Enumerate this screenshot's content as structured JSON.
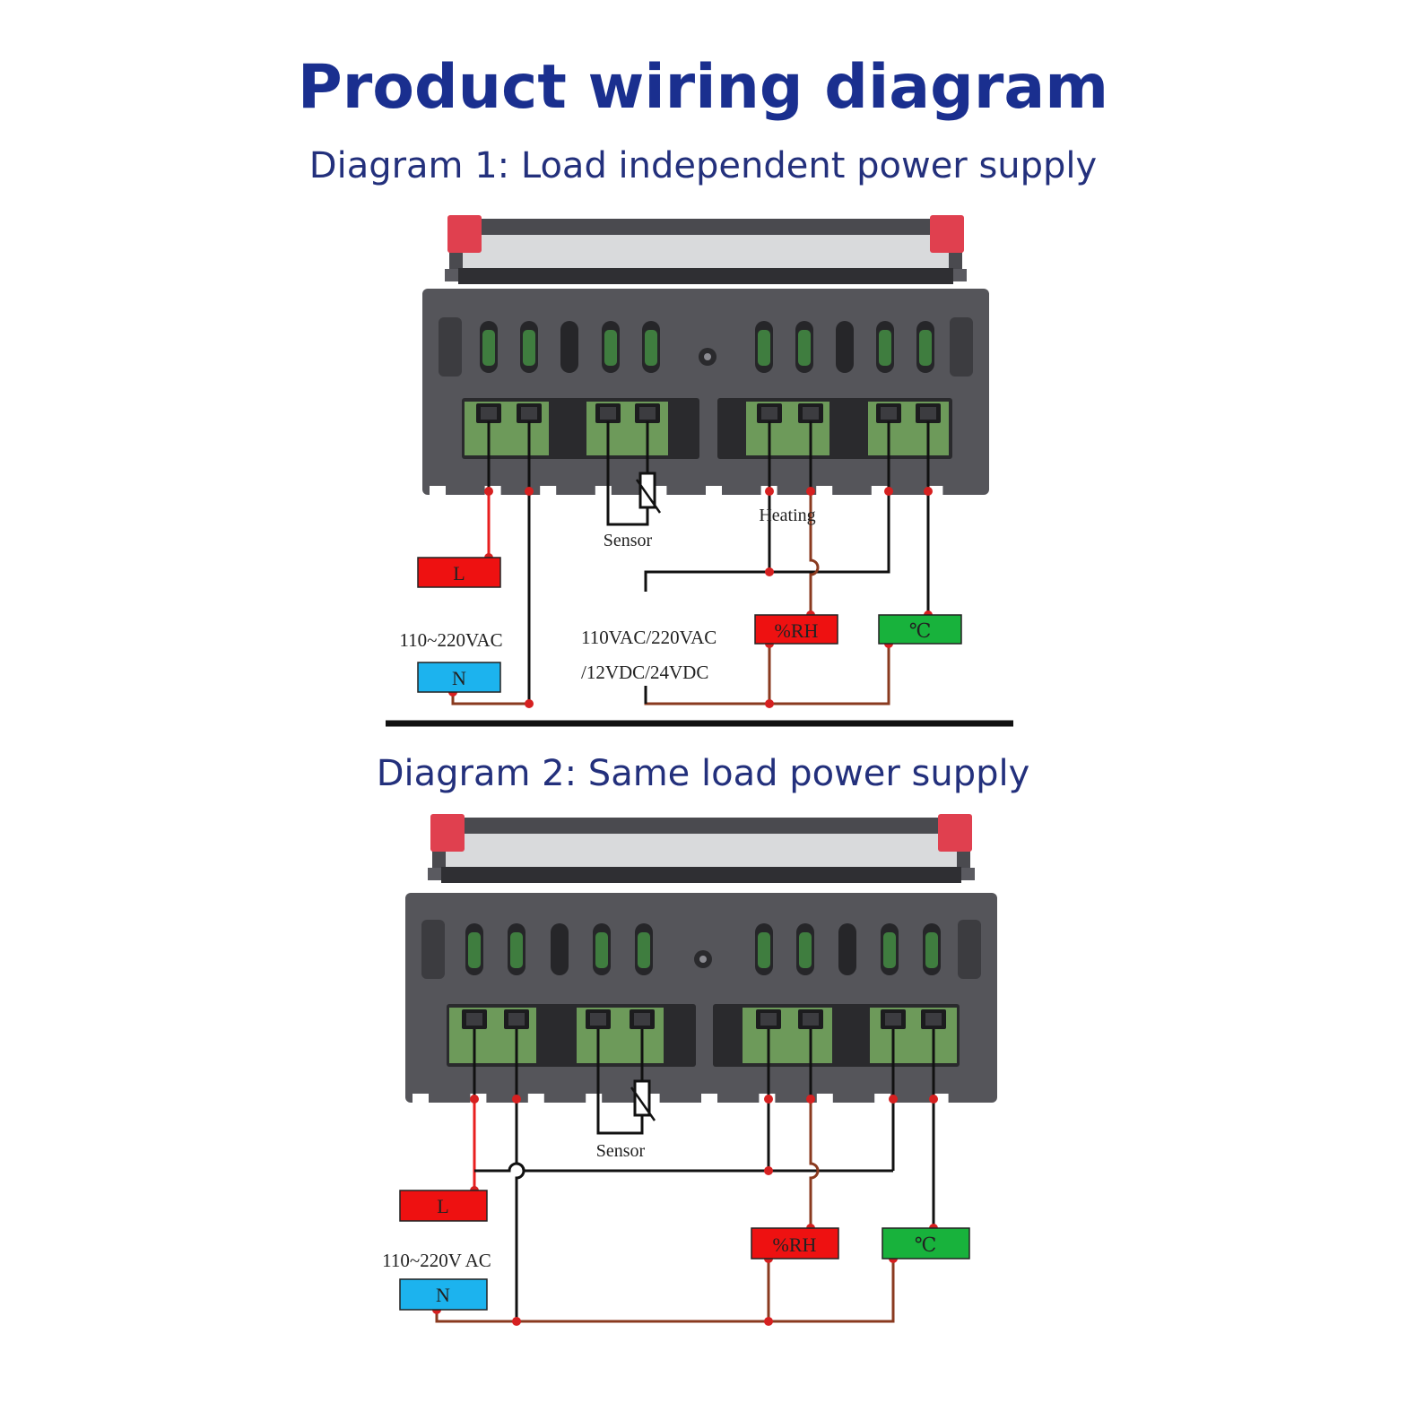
{
  "title": "Product wiring diagram",
  "colors": {
    "title": "#1a2f8f",
    "subtitle": "#23307c",
    "housing": "#55555a",
    "housing_dark": "#3c3c40",
    "housing_light": "#6a6a70",
    "tab_red": "#e0404f",
    "terminal_green": "#6d9a5a",
    "slot_green": "#3f7d3f",
    "wire_black": "#111111",
    "wire_red": "#e81f1f",
    "wire_brown": "#8a3a1f",
    "dot_red": "#d62020",
    "box_red": "#ee1111",
    "box_blue": "#1cb3ee",
    "box_green": "#18b23c",
    "separator": "#111111"
  },
  "diagrams": [
    {
      "subtitle": "Diagram 1: Load independent power supply",
      "sensor_label": "Sensor",
      "heating_label": "Heating",
      "supply_label": "110~220VAC",
      "load_supply_line1": "110VAC/220VAC",
      "load_supply_line2": "/12VDC/24VDC",
      "terminal_L": "L",
      "terminal_N": "N",
      "output_rh": "%RH",
      "output_c": "℃"
    },
    {
      "subtitle": "Diagram 2: Same load power supply",
      "sensor_label": "Sensor",
      "supply_label": "110~220V AC",
      "terminal_L": "L",
      "terminal_N": "N",
      "output_rh": "%RH",
      "output_c": "℃"
    }
  ]
}
